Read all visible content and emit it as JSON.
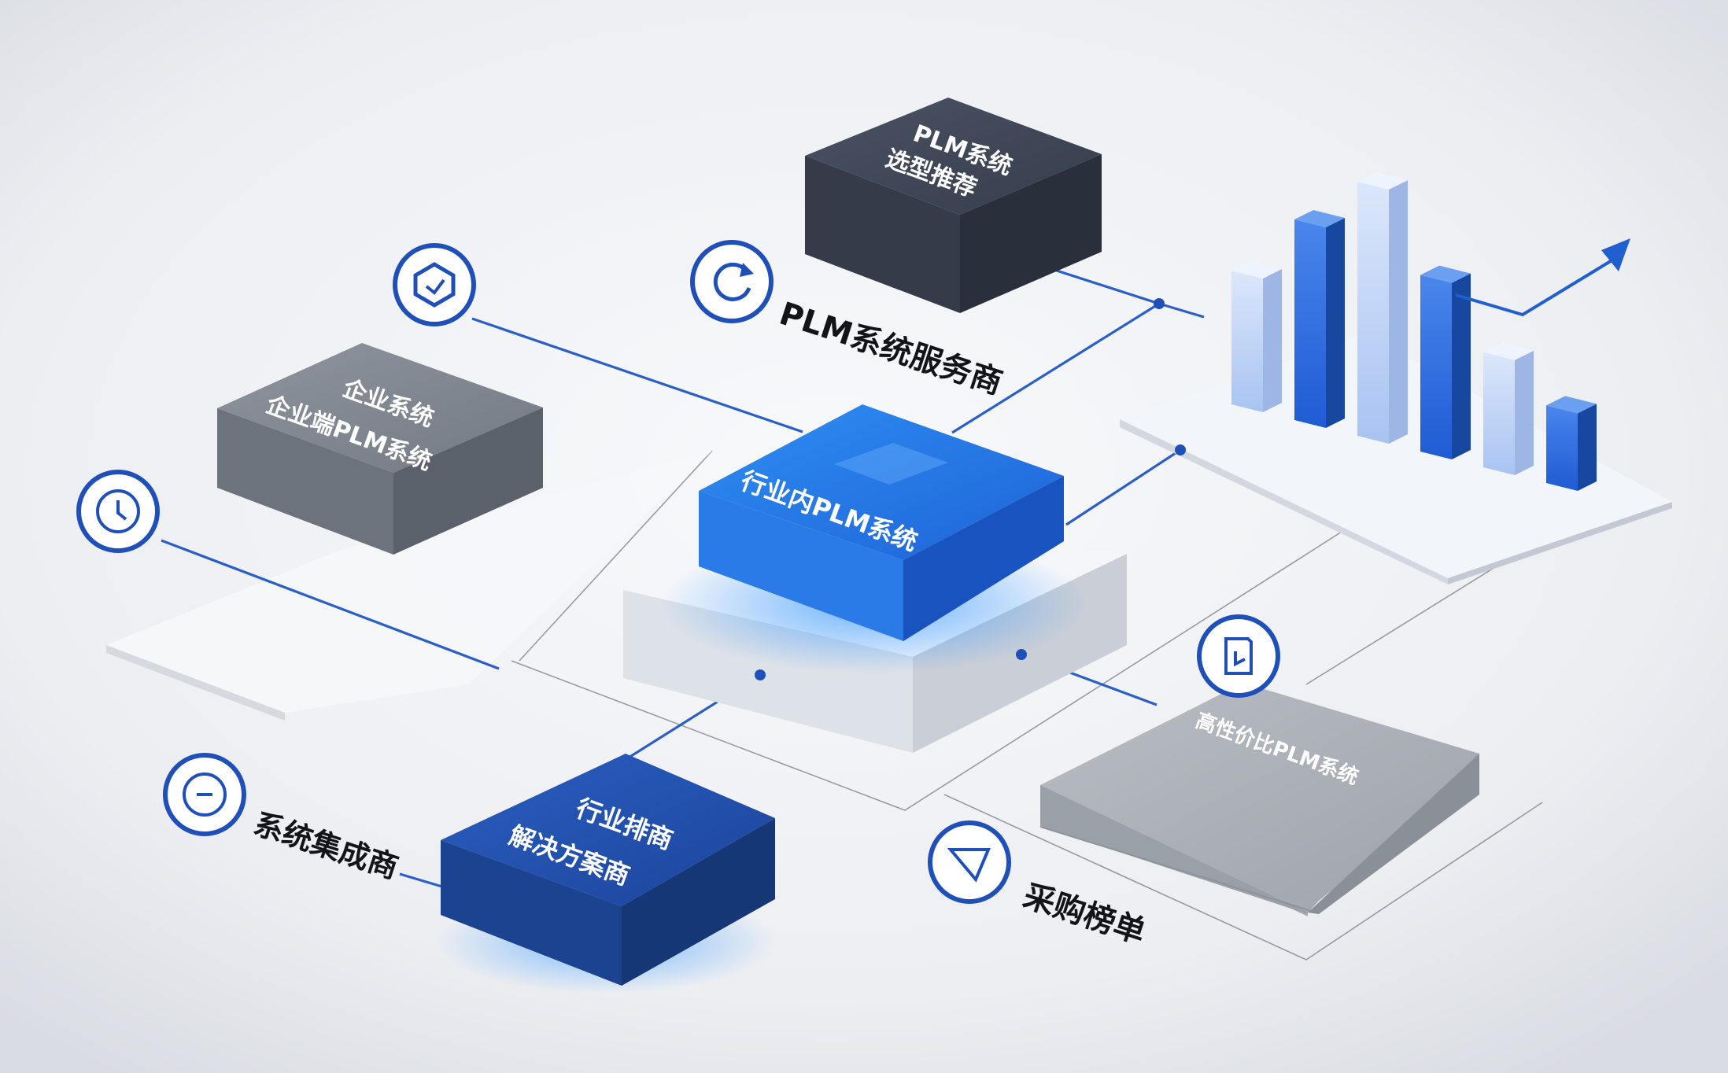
{
  "blocks": {
    "center": {
      "label": "行业内PLM系统"
    },
    "top_dark": {
      "line1": "PLM系统",
      "line2": "选型推荐"
    },
    "left_gray": {
      "line1": "企业系统",
      "line2": "企业端PLM系统"
    },
    "bottom_blue": {
      "line1": "行业排商",
      "line2": "解决方案商"
    },
    "right_gray": {
      "label": "高性价比PLM系统"
    }
  },
  "labels": {
    "service_provider": "PLM系统服务商",
    "system_integrator": "系统集成商",
    "purchase_ranking": "采购榜单"
  },
  "icons": {
    "top_left": "hexagon-icon",
    "top_center": "refresh-icon",
    "left": "clock-icon",
    "bottom_left": "minus-icon",
    "right": "document-icon",
    "bottom_right": "triangle-icon"
  },
  "colors": {
    "background": "#eef0f4",
    "accent_blue": "#1f5fd0",
    "bright_blue": "#2f86ef",
    "dark_slate": "#3e4657",
    "mid_gray": "#7f8791",
    "platform_white": "#f4f6fa"
  },
  "chart_data": {
    "type": "bar",
    "values": [
      5,
      7.5,
      9.5,
      6.6,
      4.3,
      2.9
    ],
    "ylim": [
      0,
      10
    ]
  }
}
